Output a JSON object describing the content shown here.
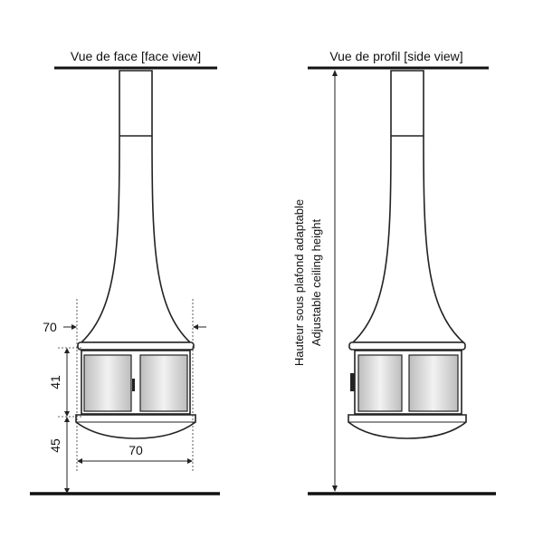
{
  "front": {
    "caption": "Vue de face [face view]",
    "dim_width_top": "70",
    "dim_body_height": "41",
    "dim_floor_clearance": "45",
    "dim_width_bottom": "70"
  },
  "side": {
    "caption": "Vue de profil [side view]",
    "height_label_fr": "Hauteur sous plafond adaptable",
    "height_label_en": "Adjustable ceiling height"
  },
  "colors": {
    "line": "#222222",
    "fill": "#ffffff",
    "glass": "#d9d9d9"
  }
}
